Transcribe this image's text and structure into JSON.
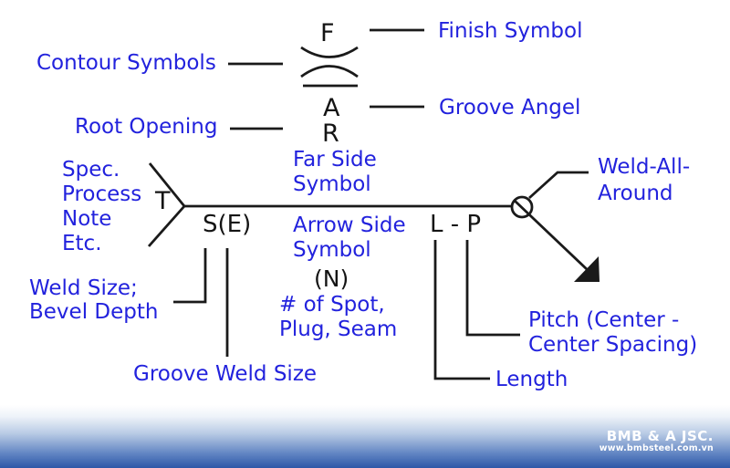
{
  "diagram": {
    "labels": {
      "finish_symbol": "Finish Symbol",
      "contour_symbols": "Contour Symbols",
      "groove_angel": "Groove Angel",
      "root_opening": "Root Opening",
      "spec_lines": [
        "Spec.",
        "Process",
        "Note",
        "Etc."
      ],
      "far_side": [
        "Far Side",
        "Symbol"
      ],
      "arrow_side": [
        "Arrow Side",
        "Symbol"
      ],
      "weld_all_around": [
        "Weld-All-",
        "Around"
      ],
      "weld_size": [
        "Weld Size;",
        "Bevel Depth"
      ],
      "count_note": [
        "# of Spot,",
        "Plug, Seam"
      ],
      "pitch": [
        "Pitch (Center -",
        "Center Spacing)"
      ],
      "length": "Length",
      "groove_weld_size": "Groove Weld Size"
    },
    "symbol_letters": {
      "finish": "F",
      "groove_angle": "A",
      "root_opening": "R",
      "tail": "T",
      "size": "S(E)",
      "length_pitch": "L - P",
      "count": "(N)"
    },
    "colors": {
      "label_blue": "#2222dd",
      "line_black": "#1a1a1a"
    }
  },
  "footer": {
    "company": "BMB & A JSC.",
    "website": "www.bmbsteel.com.vn",
    "gradient_top": "#ffffff",
    "gradient_bottom": "#2d57a7"
  }
}
